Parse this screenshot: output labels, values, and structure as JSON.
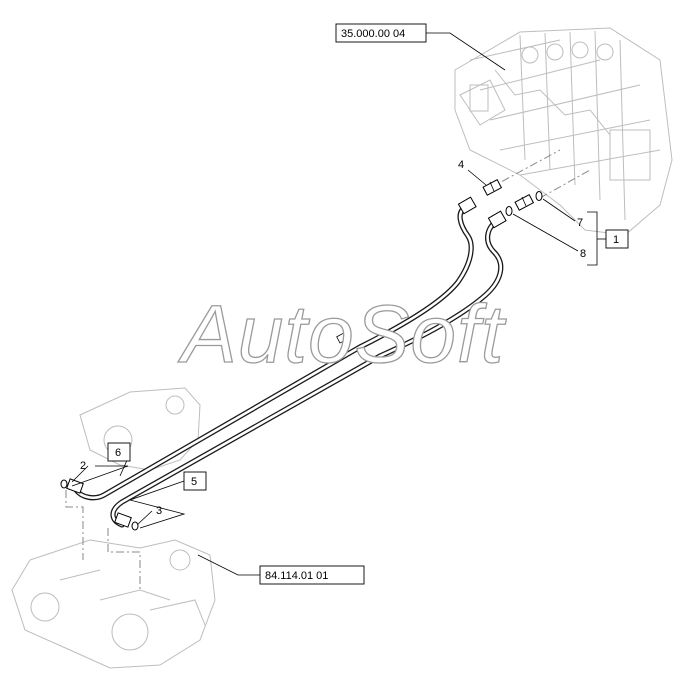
{
  "watermark": "AutoSoft",
  "references": {
    "valve_ref": "35.000.00 04",
    "chassis_ref": "84.114.01 01"
  },
  "boxed_callouts": {
    "one": "1",
    "five": "5",
    "six": "6"
  },
  "item_numbers": {
    "two": "2",
    "three": "3",
    "four": "4",
    "seven": "7",
    "eight": "8"
  }
}
